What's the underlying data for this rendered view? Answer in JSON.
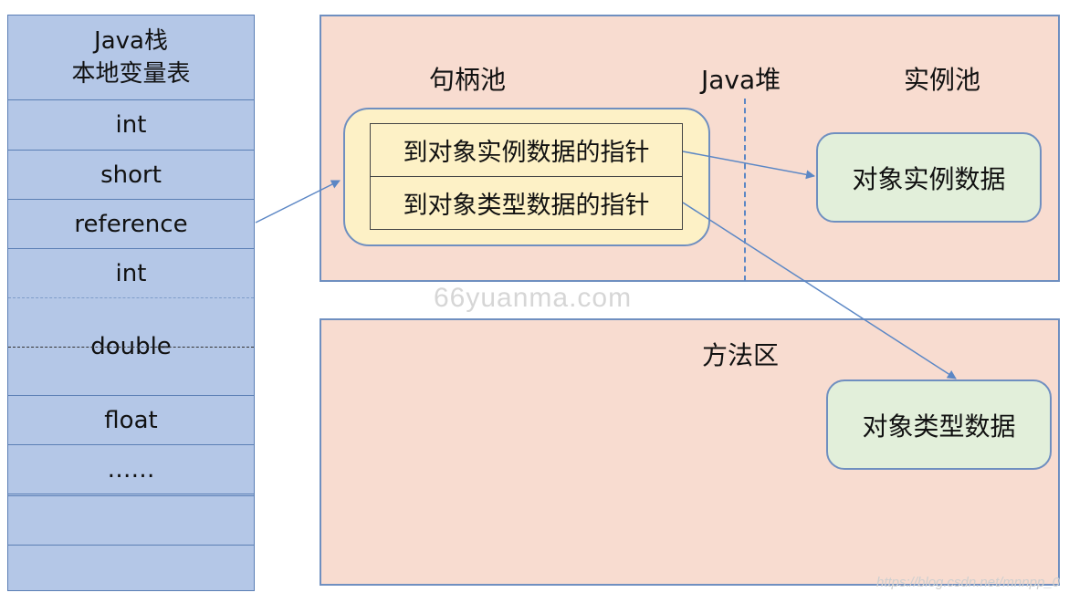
{
  "java_stack": {
    "title_line1": "Java栈",
    "title_line2": "本地变量表",
    "slots": [
      "int",
      "short",
      "reference",
      "int",
      "double",
      "float",
      "……",
      "",
      ""
    ]
  },
  "heap": {
    "label": "Java堆",
    "handle_pool": {
      "label": "句柄池",
      "pointers": [
        "到对象实例数据的指针",
        "到对象类型数据的指针"
      ]
    },
    "instance_pool": {
      "label": "实例池",
      "instance_data": "对象实例数据"
    }
  },
  "method_area": {
    "label": "方法区",
    "type_data": "对象类型数据"
  },
  "watermark": "66yuanma.com",
  "credit": "https://blog.csdn.net/mnnpp_0"
}
